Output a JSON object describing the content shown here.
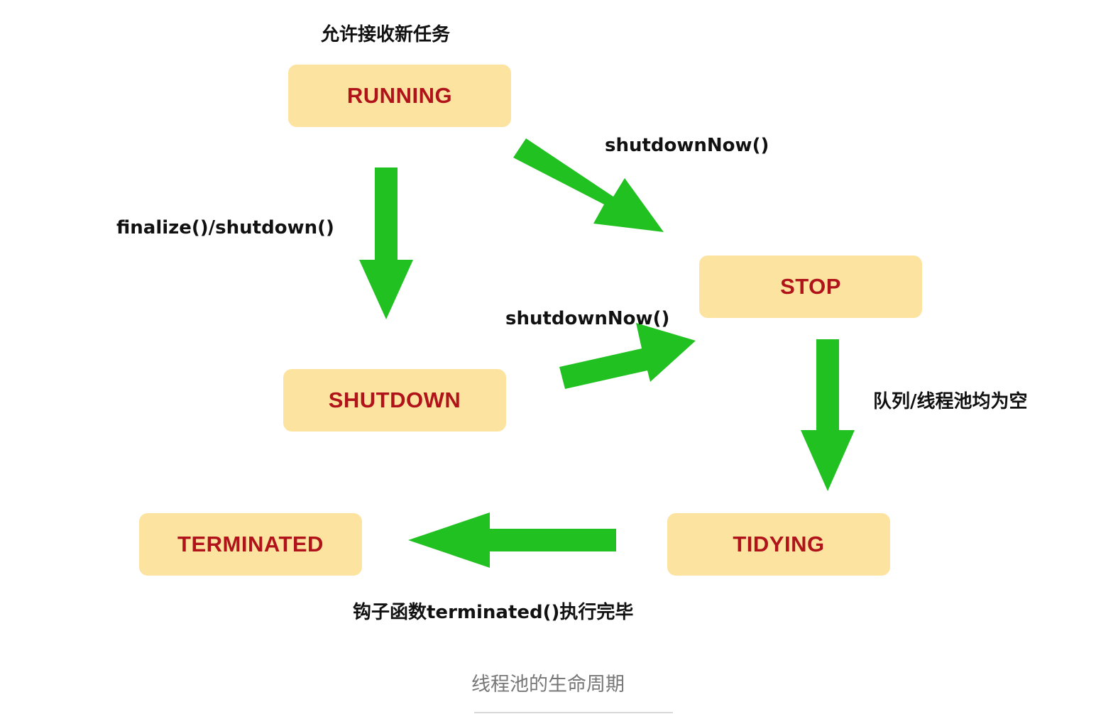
{
  "states": {
    "running": "RUNNING",
    "stop": "STOP",
    "shutdown": "SHUTDOWN",
    "tidying": "TIDYING",
    "terminated": "TERMINATED"
  },
  "labels": {
    "running_note": "允许接收新任务",
    "running_to_stop": "shutdownNow()",
    "running_to_shutdown": "finalize()/shutdown()",
    "shutdown_to_stop": "shutdownNow()",
    "stop_to_tidying": "队列/线程池均为空",
    "tidying_to_terminated": "钩子函数terminated()执行完毕"
  },
  "caption": "线程池的生命周期",
  "colors": {
    "state_fill": "#fde3a0",
    "state_text": "#b0131a",
    "arrow": "#22c122"
  }
}
